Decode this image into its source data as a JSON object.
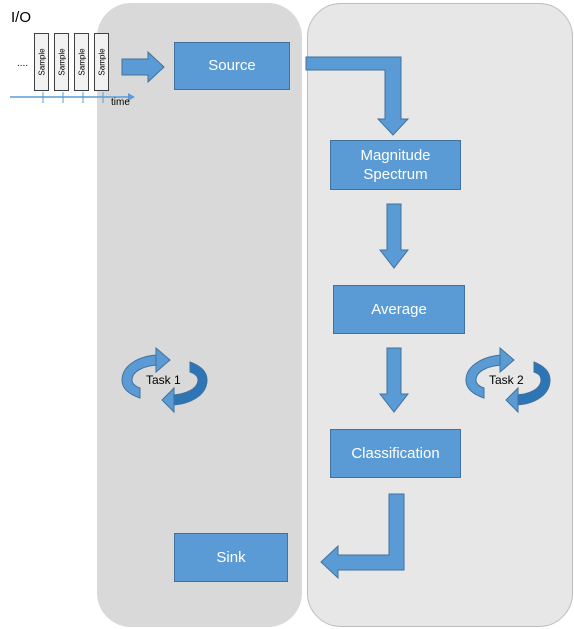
{
  "io": {
    "title": "I/O",
    "ellipsis": "....",
    "samples": [
      "Sample",
      "Sample",
      "Sample",
      "Sample"
    ],
    "axis_label": "time"
  },
  "blocks": {
    "source": "Source",
    "magnitude_spectrum": "Magnitude\nSpectrum",
    "average": "Average",
    "classification": "Classification",
    "sink": "Sink"
  },
  "tasks": {
    "task1": "Task 1",
    "task2": "Task 2"
  },
  "colors": {
    "block_fill": "#5b9bd5",
    "block_border": "#41719c",
    "arrow_fill": "#5b9bd5",
    "panel_left": "#d9d9d9",
    "panel_right": "#e7e7e7"
  }
}
